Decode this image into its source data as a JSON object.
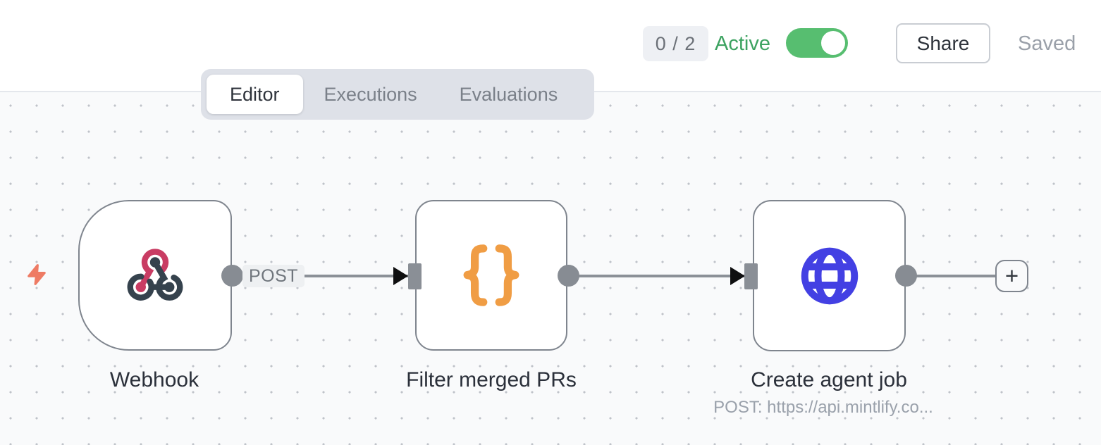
{
  "header": {
    "execution_counter": "0 / 2",
    "active_toggle": {
      "label": "Active",
      "state": "on"
    },
    "share_button": "Share",
    "save_status": "Saved"
  },
  "tabs": [
    {
      "label": "Editor",
      "active": true
    },
    {
      "label": "Executions",
      "active": false
    },
    {
      "label": "Evaluations",
      "active": false
    }
  ],
  "canvas": {
    "trigger_indicator_icon": "lightning-bolt-icon",
    "nodes": [
      {
        "name": "Webhook",
        "icon": "webhook-icon",
        "shape": "trigger-rounded-left",
        "output_label": "POST"
      },
      {
        "name": "Filter merged PRs",
        "icon": "code-braces-icon",
        "shape": "rounded-square"
      },
      {
        "name": "Create agent job",
        "icon": "globe-icon",
        "shape": "rounded-square",
        "subtitle": "POST: https://api.mintlify.co..."
      }
    ],
    "add_node_button": "+"
  },
  "colors": {
    "active_green": "#3da361",
    "toggle_green": "#57be70",
    "webhook_pink": "#c93c63",
    "webhook_slate": "#35424d",
    "code_orange": "#f09d44",
    "http_blue": "#4340e3",
    "bolt_coral": "#ee7b64",
    "connector_gray": "#8b9097",
    "canvas_bg": "#f9fafb"
  }
}
